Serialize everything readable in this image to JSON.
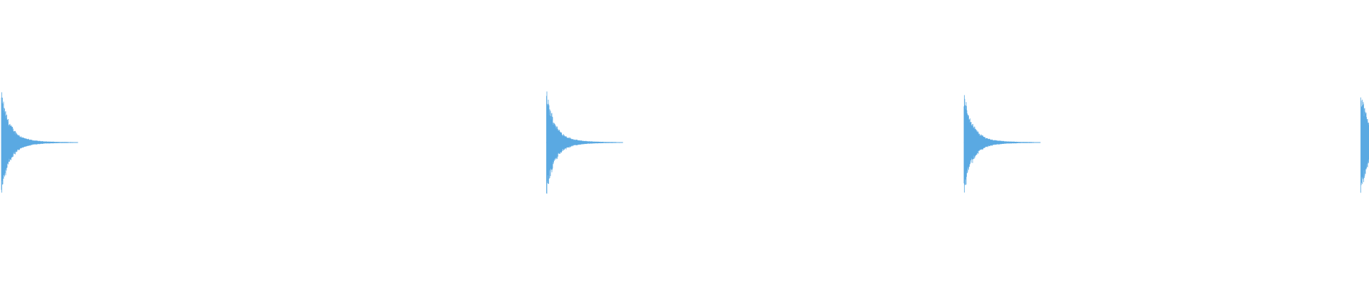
{
  "waveform": {
    "color": "#5aa9e2",
    "background": "#ffffff",
    "hits": [
      {
        "time_fraction": 0.001,
        "peak": 0.88
      },
      {
        "time_fraction": 0.399,
        "peak": 0.92
      },
      {
        "time_fraction": 0.704,
        "peak": 0.88
      },
      {
        "time_fraction": 0.994,
        "peak": 0.92
      }
    ],
    "decay_fraction": 0.056
  }
}
